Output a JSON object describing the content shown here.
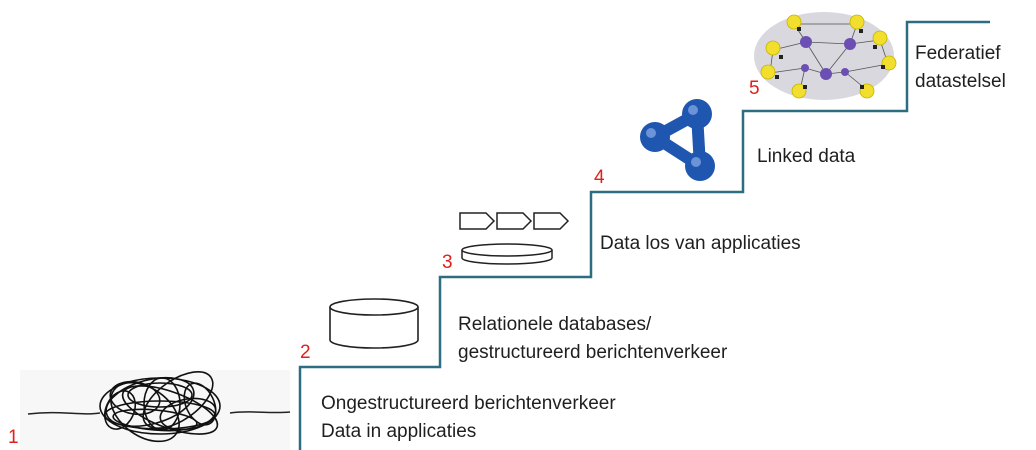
{
  "steps": [
    {
      "number": "1",
      "line1": "Ongestructureerd berichtenverkeer",
      "line2": "Data in applicaties"
    },
    {
      "number": "2",
      "line1": "Relationele databases/",
      "line2": "gestructureerd berichtenverkeer"
    },
    {
      "number": "3",
      "line1": "Data los van applicaties",
      "line2": ""
    },
    {
      "number": "4",
      "line1": "Linked data",
      "line2": ""
    },
    {
      "number": "5",
      "line1": "Federatief",
      "line2": "datastelsel"
    }
  ],
  "colors": {
    "staircase": "#2c6d7f",
    "step_number": "#e0201b",
    "linked_data_icon": "#1f56b0",
    "federation_bubble": "#d8d8de",
    "federation_node": "#f2de2c",
    "federation_hub": "#6b4fb3"
  },
  "icons": {
    "step1": "tangled-scribble-icon",
    "step2": "database-cylinder-icon",
    "step3": "process-arrows-and-disc-icon",
    "step4": "linked-data-graph-icon",
    "step5": "federated-network-icon"
  }
}
